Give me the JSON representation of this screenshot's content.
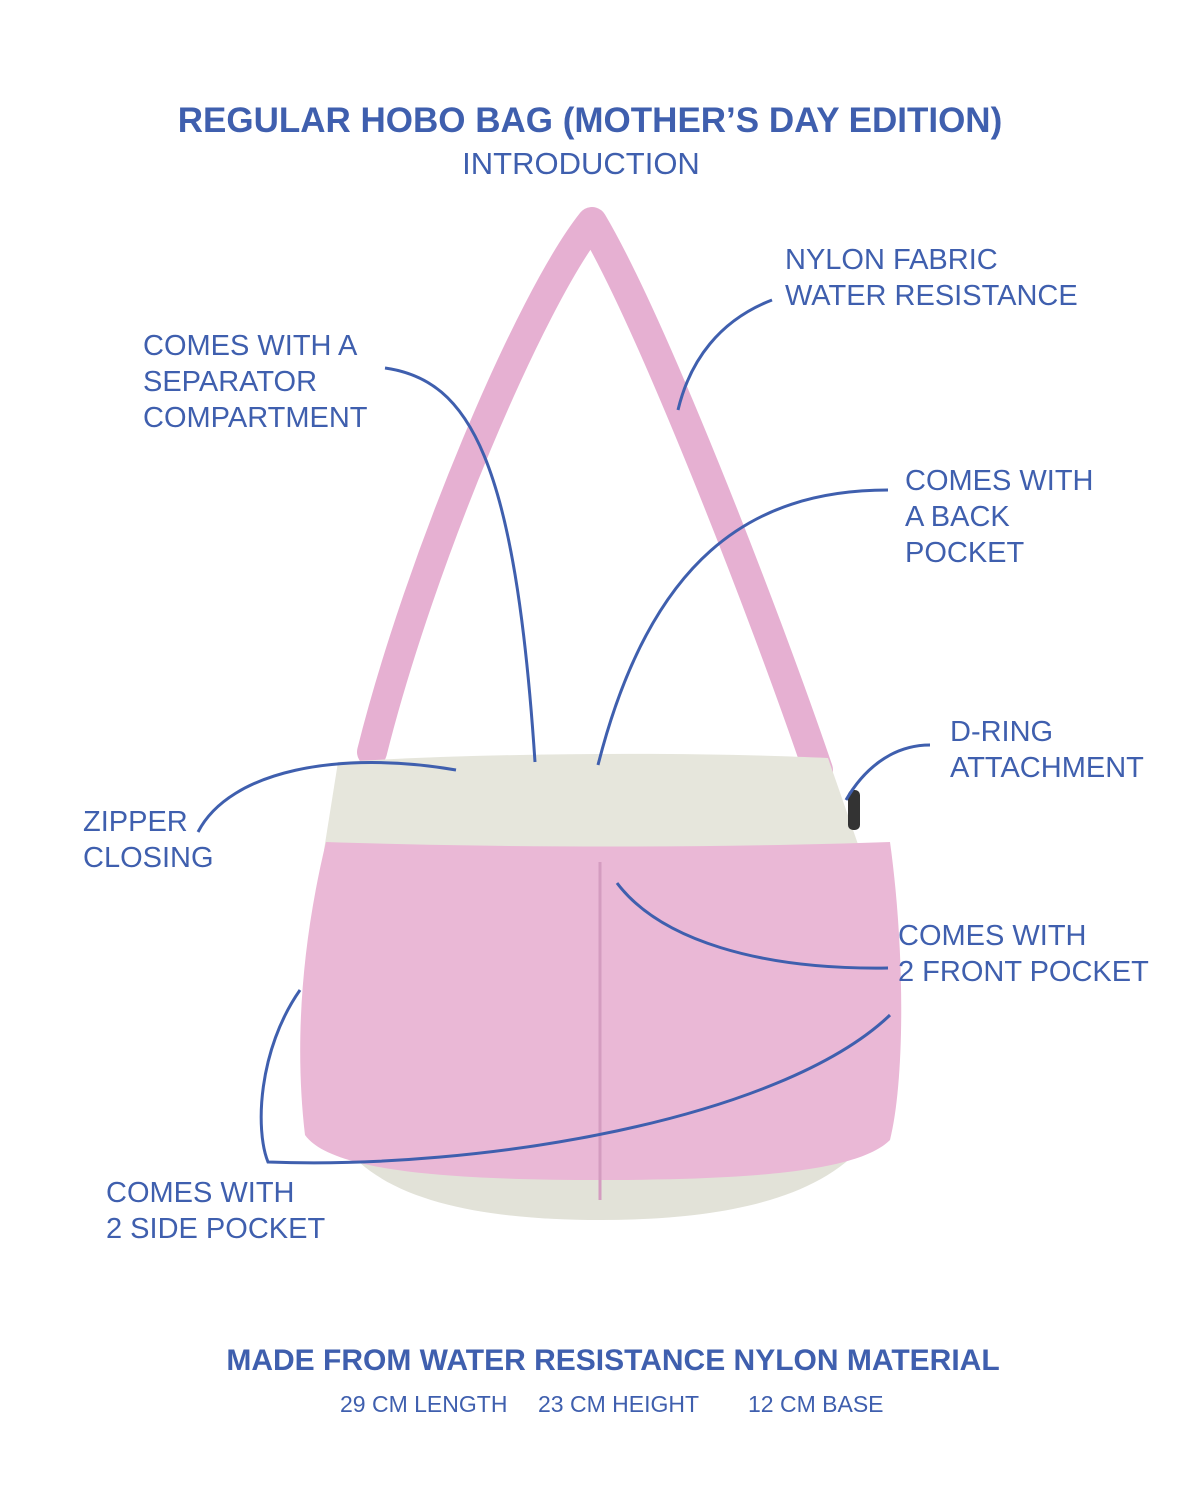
{
  "header": {
    "title": "REGULAR HOBO BAG (MOTHER’S DAY EDITION)",
    "subtitle": "INTRODUCTION"
  },
  "callouts": {
    "separator": "COMES WITH A\nSEPARATOR\nCOMPARTMENT",
    "nylon": "NYLON FABRIC\nWATER RESISTANCE",
    "back_pocket": "COMES WITH\nA BACK\nPOCKET",
    "d_ring": "D-RING\nATTACHMENT",
    "zipper": "ZIPPER\nCLOSING",
    "front_pocket": "COMES WITH\n2 FRONT POCKET",
    "side_pocket": "COMES WITH\n2 SIDE POCKET"
  },
  "footer": {
    "title": "MADE FROM WATER RESISTANCE NYLON MATERIAL",
    "length": "29 CM LENGTH",
    "height": "23 CM HEIGHT",
    "base": "12 CM BASE"
  },
  "colors": {
    "accent": "#3f5fae",
    "bag_pink": "#eab8d6",
    "bag_cream": "#e6e6dc"
  }
}
